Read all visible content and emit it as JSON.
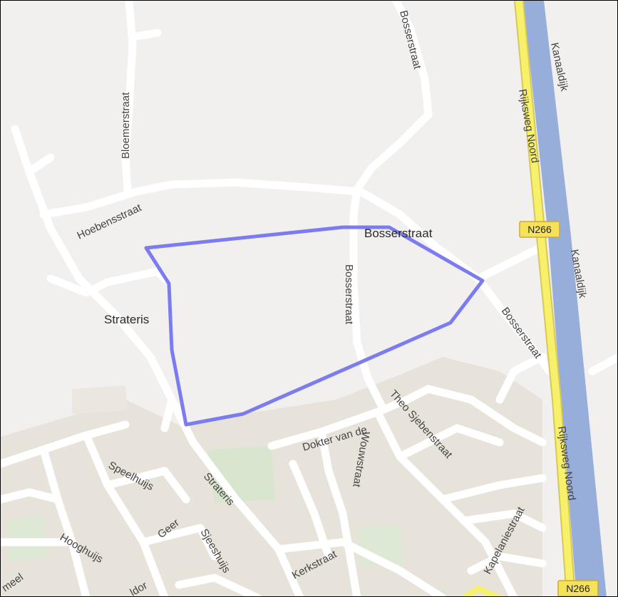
{
  "map": {
    "colors": {
      "land": "#f1f0ee",
      "built_area": "#e8e3da",
      "road": "#ffffff",
      "highway": "#f7f06a",
      "highway_edge": "#d8c75a",
      "canal": "#96aed9",
      "park": "#d8e6cf",
      "boundary": "#7b7cf0"
    },
    "places": {
      "strateris": "Strateris",
      "bosserstraat": "Bosserstraat"
    },
    "streets": {
      "bosserstraat_north": "Bosserstraat",
      "bloemerstraat": "Bloemerstraat",
      "hoebensstraat": "Hoebensstraat",
      "bosserstraat_mid": "Bosserstraat",
      "bosserstraat_east": "Bosserstraat",
      "rijksweg_noord_top": "Rijksweg Noord",
      "rijksweg_noord_bottom": "Rijksweg Noord",
      "kanaaldijk_top": "Kanaaldijk",
      "kanaaldijk_mid": "Kanaaldijk",
      "theo_sjebenstraat": "Theo Sjebenstraat",
      "dokter_van_de": "Dokter van de",
      "wouwstraat": "Wouwstraat",
      "speelhuijs": "Speelhuijs",
      "strateris_street": "Strateris",
      "geer": "Geer",
      "sjeeshuijs": "Sjeeshuijs",
      "hooghuijs": "Hooghuijs",
      "kerkstraat": "Kerkstraat",
      "kapelaniestraat": "Kapelaniestraat",
      "meel_partial": "meel",
      "ldor_partial": "ldor"
    },
    "shields": {
      "n266_top": "N266",
      "n266_bottom": "N266"
    }
  }
}
